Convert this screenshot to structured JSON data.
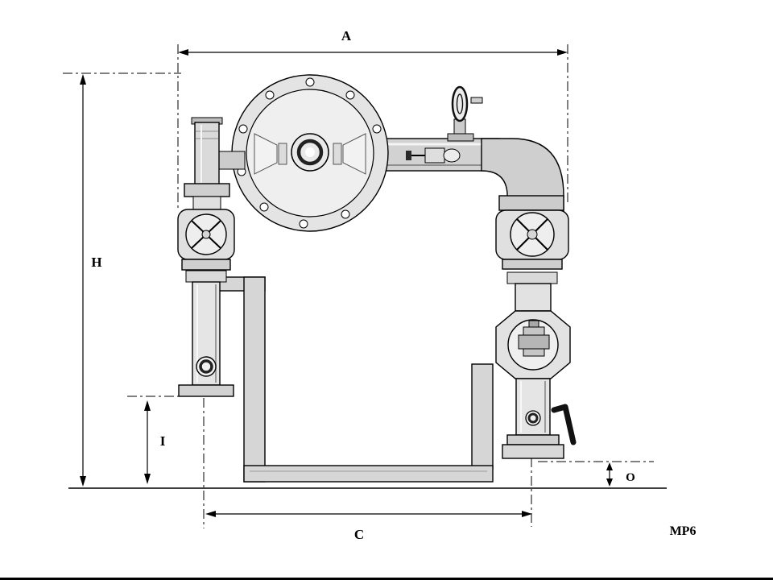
{
  "labels": {
    "dim_a": "A",
    "dim_h": "H",
    "dim_c": "C",
    "dim_i": "I",
    "dim_o": "O"
  },
  "model": "MP6",
  "colors": {
    "line": "#000000",
    "background": "#ffffff",
    "metal_light": "#ededed",
    "metal_mid": "#d6d6d6",
    "metal_dark": "#bdbdbd",
    "handle": "#111111"
  }
}
